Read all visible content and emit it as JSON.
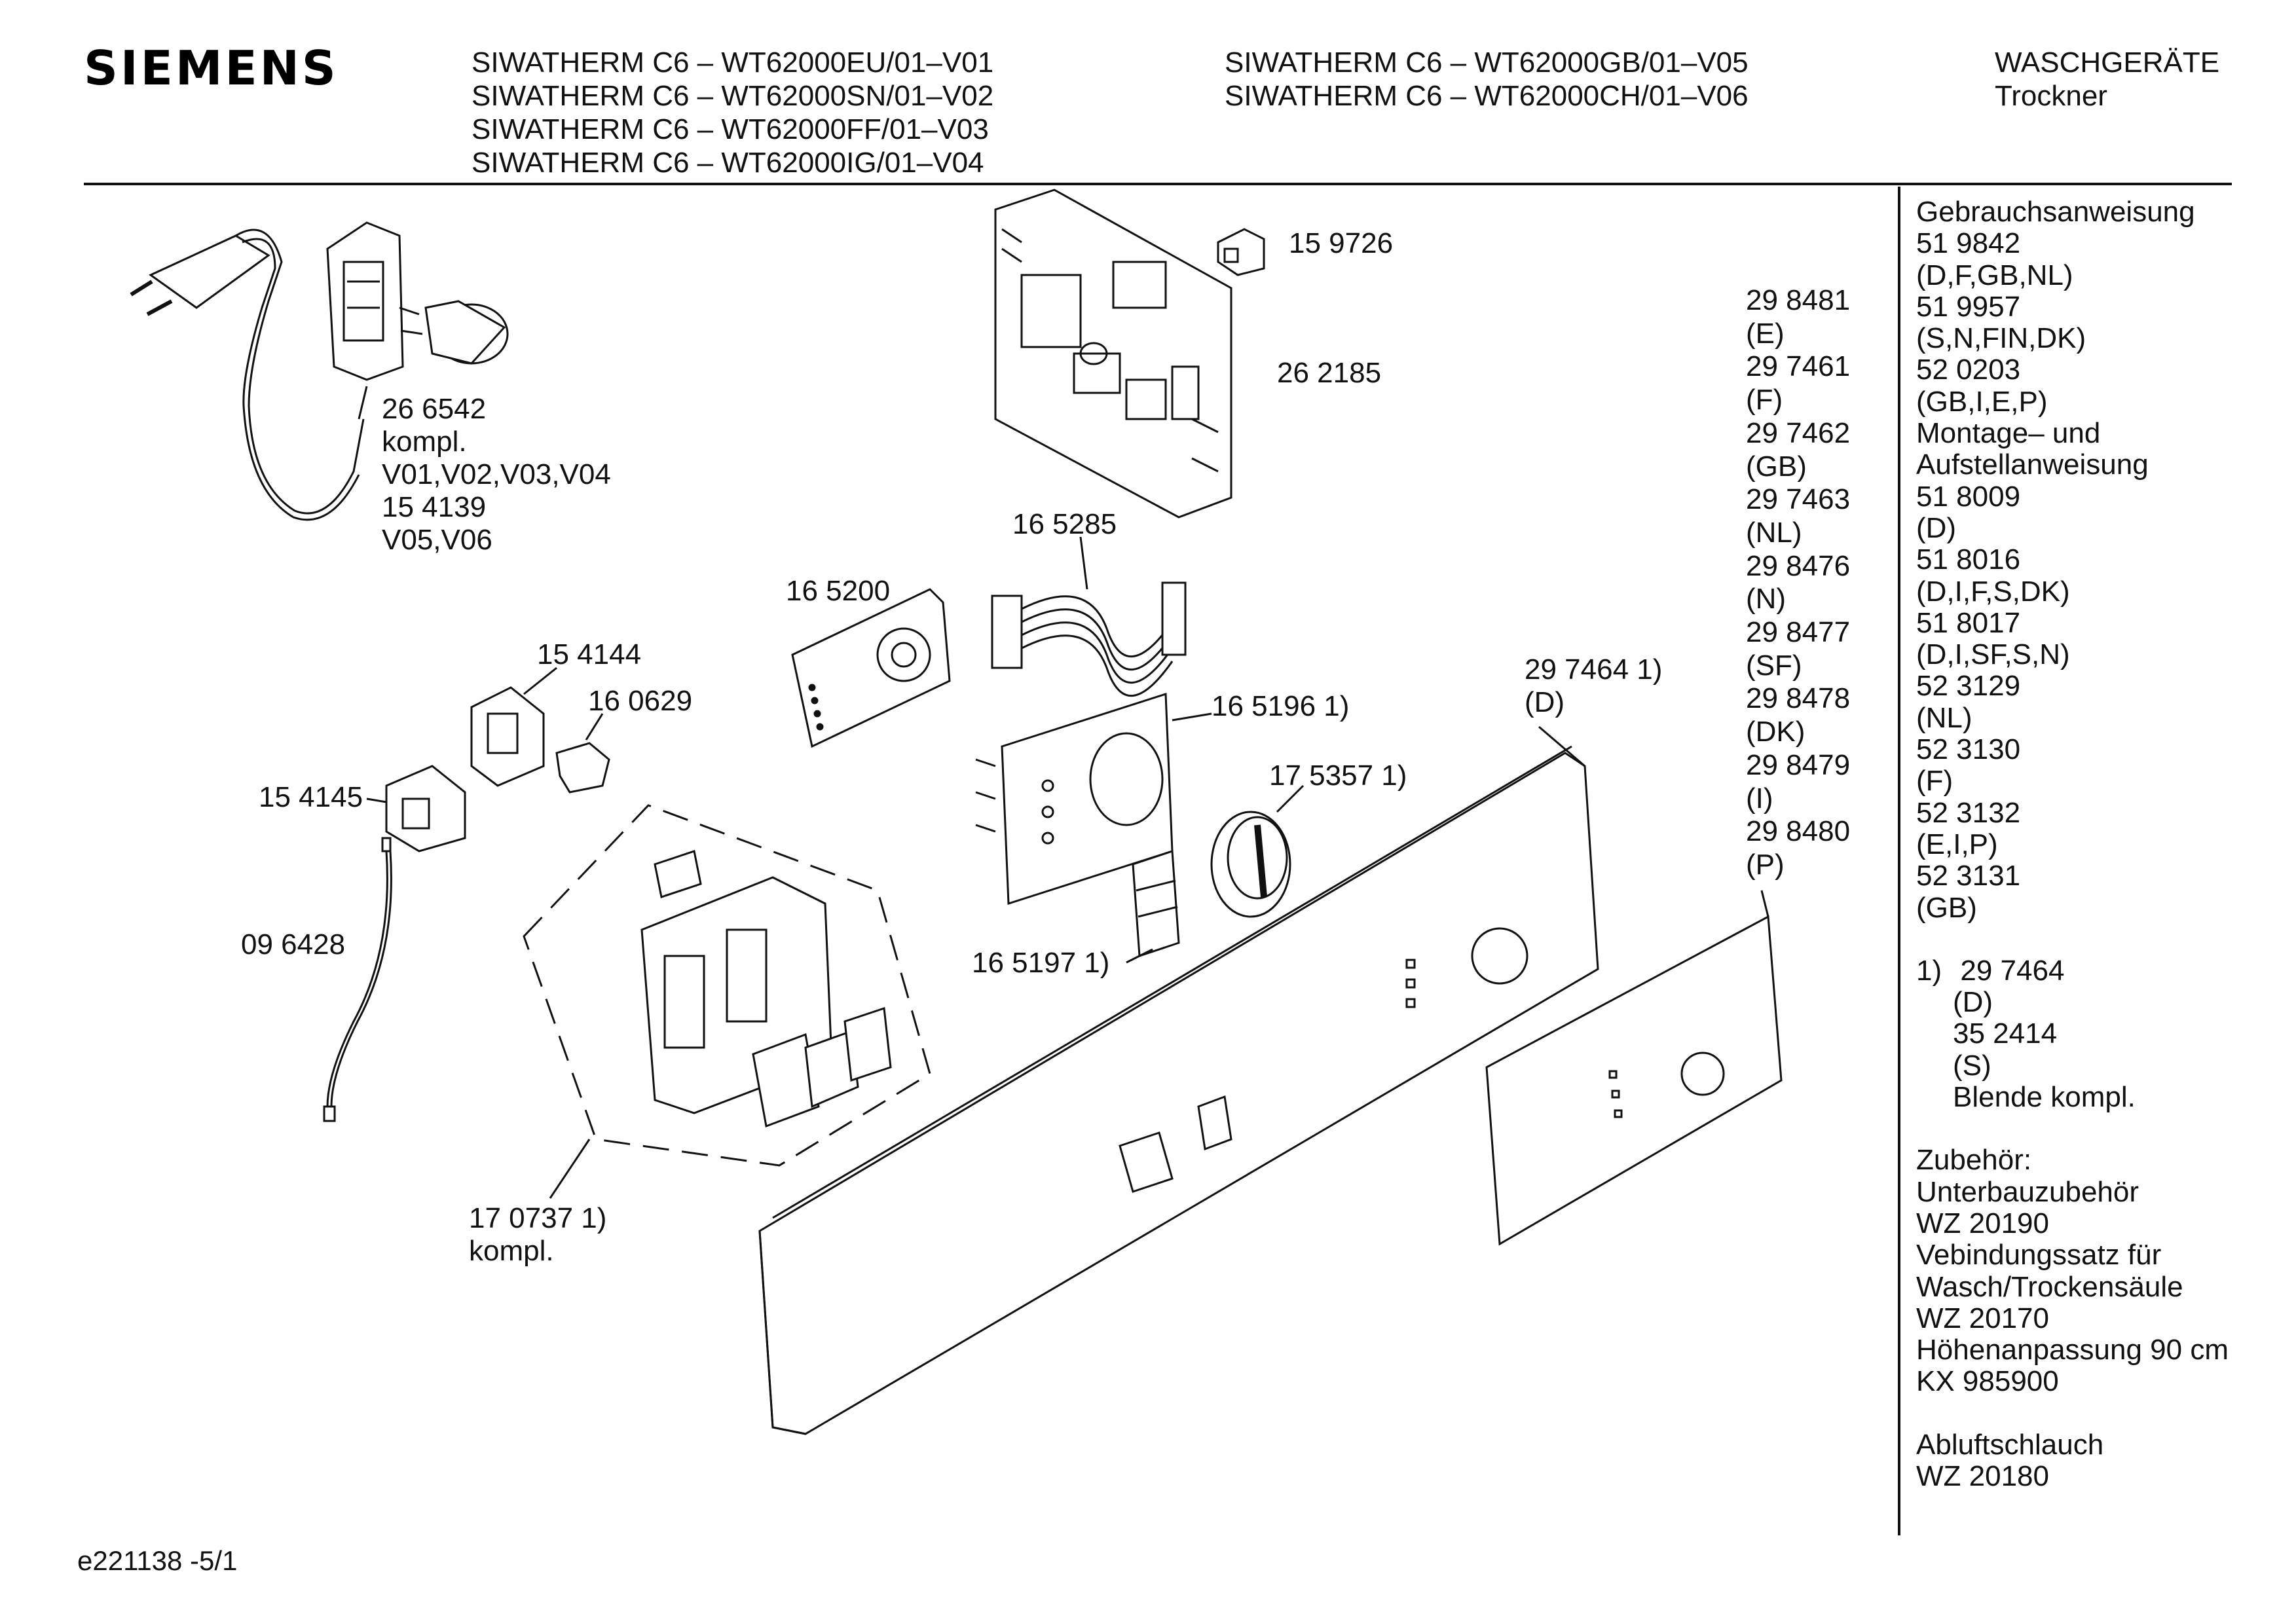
{
  "header": {
    "brand": "SIEMENS",
    "models_col1": [
      "SIWATHERM C6 – WT62000EU/01–V01",
      "SIWATHERM C6 – WT62000SN/01–V02",
      "SIWATHERM C6 – WT62000FF/01–V03",
      "SIWATHERM C6 – WT62000IG/01–V04"
    ],
    "models_col2": [
      "SIWATHERM C6 – WT62000GB/01–V05",
      "SIWATHERM C6  – WT62000CH/01–V06"
    ],
    "category": [
      "WASCHGERÄTE",
      "Trockner"
    ]
  },
  "parts": {
    "power_cord": [
      "26 6542",
      "kompl.",
      "V01,V02,V03,V04",
      "15 4139",
      "V05,V06"
    ],
    "connector_small": "15 9726",
    "main_board": "26 2185",
    "ribbon_cable": "16 5285",
    "selector_board": "16 5200",
    "switch_upper": "15 4144",
    "clip": "16 0629",
    "switch_lower": "15 4145",
    "ground_wire": "09 6428",
    "button_module": [
      "17 0737 1)",
      "kompl."
    ],
    "frame": "16 5196 1)",
    "knob": "17 5357 1)",
    "light_pipe": "16 5197 1)",
    "fascia": [
      "29 7464 1)",
      "(D)"
    ],
    "fascia_variants": [
      "29 8481",
      "(E)",
      "29 7461",
      "(F)",
      "29 7462",
      "(GB)",
      "29 7463",
      "(NL)",
      "29 8476",
      "(N)",
      "29 8477",
      "(SF)",
      "29 8478",
      "(DK)",
      "29 8479",
      "(I)",
      "29 8480",
      "(P)"
    ]
  },
  "sidebar": {
    "manuals": [
      "Gebrauchsanweisung",
      "51 9842",
      "(D,F,GB,NL)",
      "51 9957",
      "(S,N,FIN,DK)",
      "52 0203",
      "(GB,I,E,P)",
      "Montage– und",
      "Aufstellanweisung",
      "51 8009",
      "(D)",
      "51 8016",
      "(D,I,F,S,DK)",
      "51 8017",
      "(D,I,SF,S,N)",
      "52 3129",
      "(NL)",
      "52 3130",
      "(F)",
      "52 3132",
      "(E,I,P)",
      "52 3131",
      "(GB)"
    ],
    "footnote_marker": "1)",
    "footnote_first": "29 7464",
    "footnote_rest": [
      "(D)",
      "35 2414",
      "(S)",
      "Blende kompl."
    ],
    "accessories": [
      "Zubehör:",
      "Unterbauzubehör",
      "WZ 20190",
      "Vebindungssatz für",
      "Wasch/Trockensäule",
      "WZ 20170",
      "Höhenanpassung 90 cm",
      "KX 985900"
    ],
    "exhaust": [
      "Abluftschlauch",
      "WZ 20180"
    ]
  },
  "footer": {
    "doc_id": "e221138 -5/1"
  }
}
